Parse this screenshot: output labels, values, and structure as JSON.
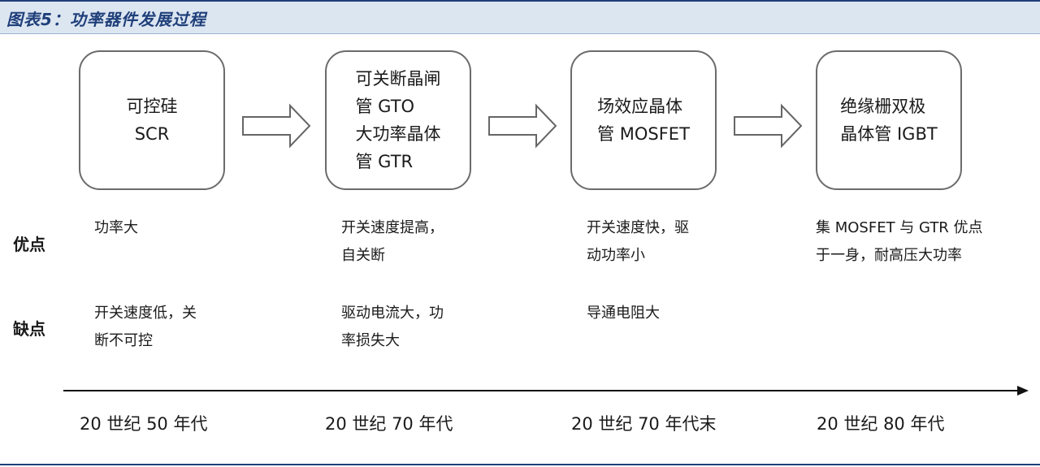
{
  "figure": {
    "title": "图表5：功率器件发展过程"
  },
  "stages": [
    {
      "lines": [
        "可控硅",
        "SCR"
      ],
      "align": "center"
    },
    {
      "lines": [
        "可关断晶闸",
        "管 GTO",
        "大功率晶体",
        "管 GTR"
      ],
      "align": "left"
    },
    {
      "lines": [
        "场效应晶体",
        "管 MOSFET"
      ],
      "align": "left"
    },
    {
      "lines": [
        "绝缘栅双极",
        "晶体管 IGBT"
      ],
      "align": "left"
    }
  ],
  "rows": {
    "advantages": {
      "label": "优点",
      "values": [
        [
          "功率大"
        ],
        [
          "开关速度提高，",
          "自关断"
        ],
        [
          "开关速度快，驱",
          "动功率小"
        ],
        [
          "集 MOSFET 与 GTR 优点",
          "于一身，耐高压大功率"
        ]
      ]
    },
    "disadvantages": {
      "label": "缺点",
      "values": [
        [
          "开关速度低，关",
          "断不可控"
        ],
        [
          "驱动电流大，功",
          "率损失大"
        ],
        [
          "导通电阻大"
        ],
        []
      ]
    }
  },
  "timeline": {
    "eras": [
      "20 世纪 50 年代",
      "20 世纪 70 年代",
      "20 世纪 70 年代末",
      "20 世纪 80 年代"
    ]
  }
}
